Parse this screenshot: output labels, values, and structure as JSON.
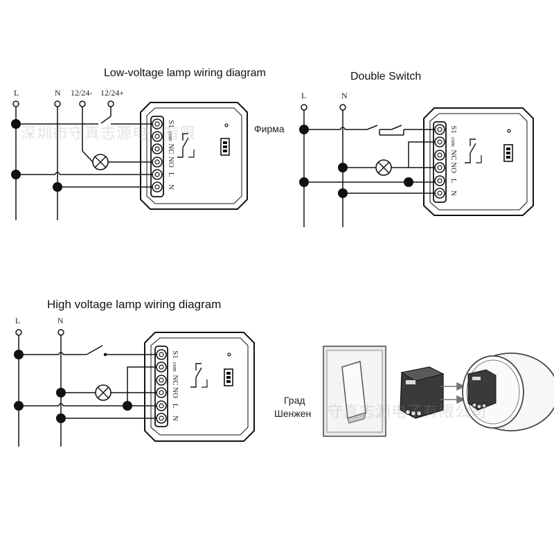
{
  "diagrams": {
    "low_voltage": {
      "title": "Low-voltage lamp wiring diagram",
      "labels": {
        "l": "L",
        "n": "N",
        "neg": "12/24-",
        "pos": "12/24+"
      }
    },
    "double_switch": {
      "title": "Double Switch",
      "labels": {
        "l": "L",
        "n": "N"
      }
    },
    "high_voltage": {
      "title": "High voltage lamp wiring diagram",
      "labels": {
        "l": "L",
        "n": "N"
      }
    }
  },
  "terminals": [
    "S1",
    "com",
    "NC",
    "NO",
    "L",
    "N"
  ],
  "annotations": {
    "company": "Фирма",
    "city_line1": "Град",
    "city_line2": "Шенжен"
  },
  "watermarks": {
    "top": "深圳市守真志源电子有限",
    "bottom": "守真志源电子有限公司"
  },
  "colors": {
    "ink": "#111111",
    "background": "#ffffff",
    "watermark": "#9a9a9a"
  }
}
